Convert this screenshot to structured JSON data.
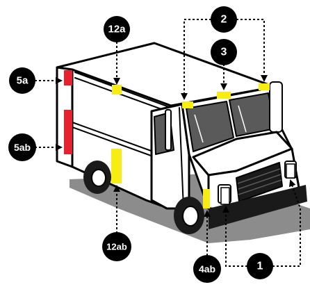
{
  "callouts": {
    "c12a": "12a",
    "c2": "2",
    "c3": "3",
    "c5a": "5a",
    "c5ab": "5ab",
    "c12ab": "12ab",
    "c4ab": "4ab",
    "c1": "1"
  },
  "colors": {
    "marker_red": "#e52330",
    "marker_yellow": "#f7ec13",
    "window": "#5a5a5a",
    "shadow": "#8c8c8c",
    "body": "#ffffff",
    "line": "#000000"
  }
}
